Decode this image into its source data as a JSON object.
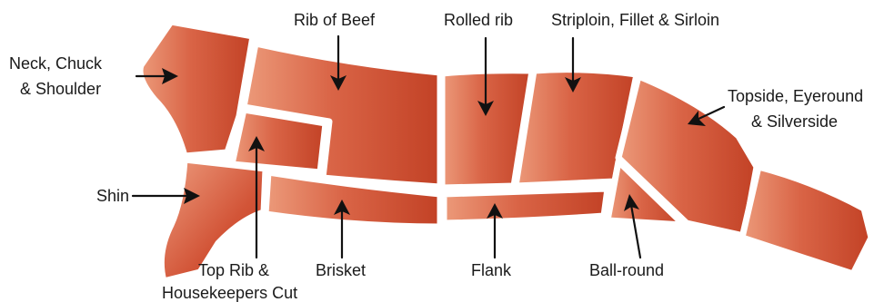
{
  "labels": {
    "neck_line1": "Neck, Chuck",
    "neck_line2": "& Shoulder",
    "rib_of_beef": "Rib of Beef",
    "rolled_rib": "Rolled rib",
    "striploin": "Striploin, Fillet & Sirloin",
    "topside_line1": "Topside, Eyeround",
    "topside_line2": "& Silverside",
    "shin": "Shin",
    "top_rib_line1": "Top Rib &",
    "top_rib_line2": "Housekeepers Cut",
    "brisket": "Brisket",
    "flank": "Flank",
    "ball_round": "Ball-round"
  },
  "colors": {
    "cut_light": "#ec9a7a",
    "cut_mid": "#d55a3c",
    "cut_dark": "#c24125",
    "separator": "#ffffff",
    "text": "#1a1a1a",
    "arrow": "#111111"
  }
}
